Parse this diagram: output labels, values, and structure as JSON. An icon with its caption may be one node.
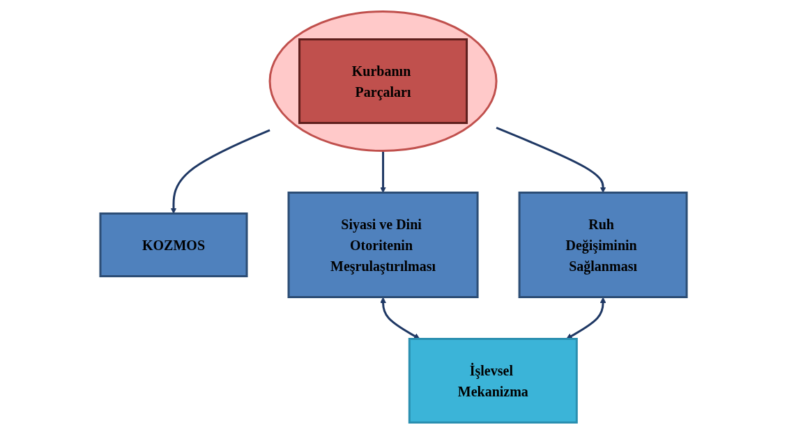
{
  "diagram": {
    "nodes": [
      {
        "text": [
          "KOZMOS"
        ]
      },
      {
        "text": [
          "Siyasi ve Dini Otoritenin Meşrulaştırılması"
        ]
      },
      {
        "text": [
          "Ruh Değişiminin Sağlanması"
        ]
      },
      {
        "text": [],
        "shape": "circle"
      },
      {
        "text": [
          "Kurbanın Parçaları"
        ],
        "in": 3
      },
      {
        "text": [
          "İşlevsel Mekanizma"
        ]
      }
    ],
    "edges": [
      {
        "from": 3,
        "to": 0,
        "arrow": "to"
      },
      {
        "from": 3,
        "to": 1,
        "arrow": "to"
      },
      {
        "from": 3,
        "to": 2,
        "arrow": "to"
      },
      {
        "from": 1,
        "to": 5,
        "arrow": "both"
      },
      {
        "from": 2,
        "to": 5,
        "arrow": "both"
      }
    ]
  }
}
